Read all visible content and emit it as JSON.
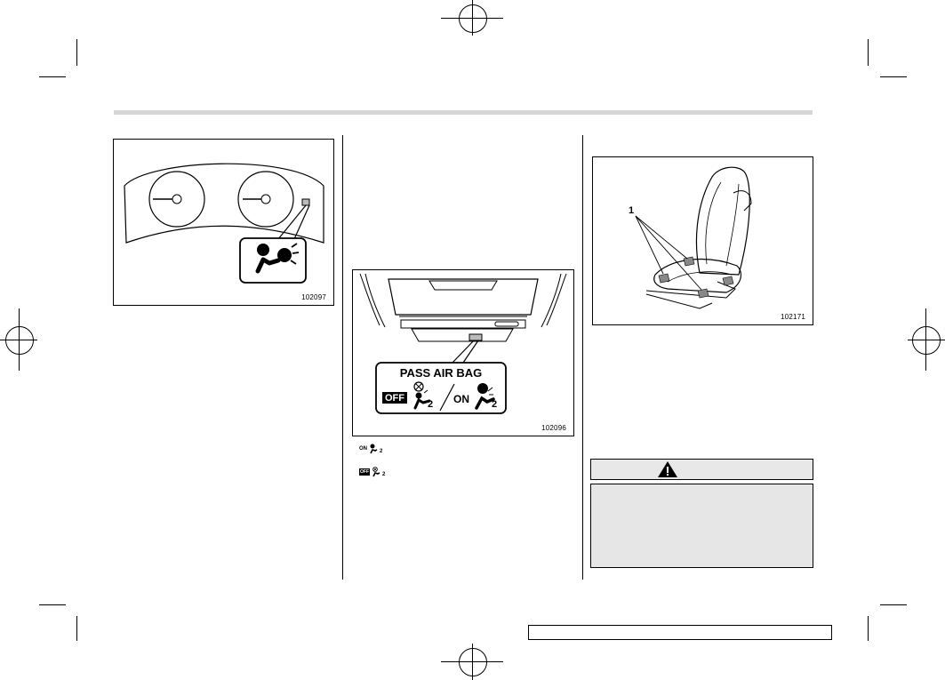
{
  "figures": {
    "cluster": {
      "code": "102097",
      "icon": "airbag-warning-icon"
    },
    "indicator_panel": {
      "code": "102096",
      "label_title": "PASS AIR BAG",
      "off_label": "OFF",
      "on_label": "ON",
      "seat_number": "2"
    },
    "seat": {
      "code": "102171",
      "callout": "1"
    }
  },
  "legend": {
    "on_label": "ON",
    "off_label": "OFF",
    "seat_number": "2"
  },
  "colors": {
    "rule": "#000000",
    "band": "#d6d6d6",
    "warning_fill": "#e6e6e6"
  }
}
